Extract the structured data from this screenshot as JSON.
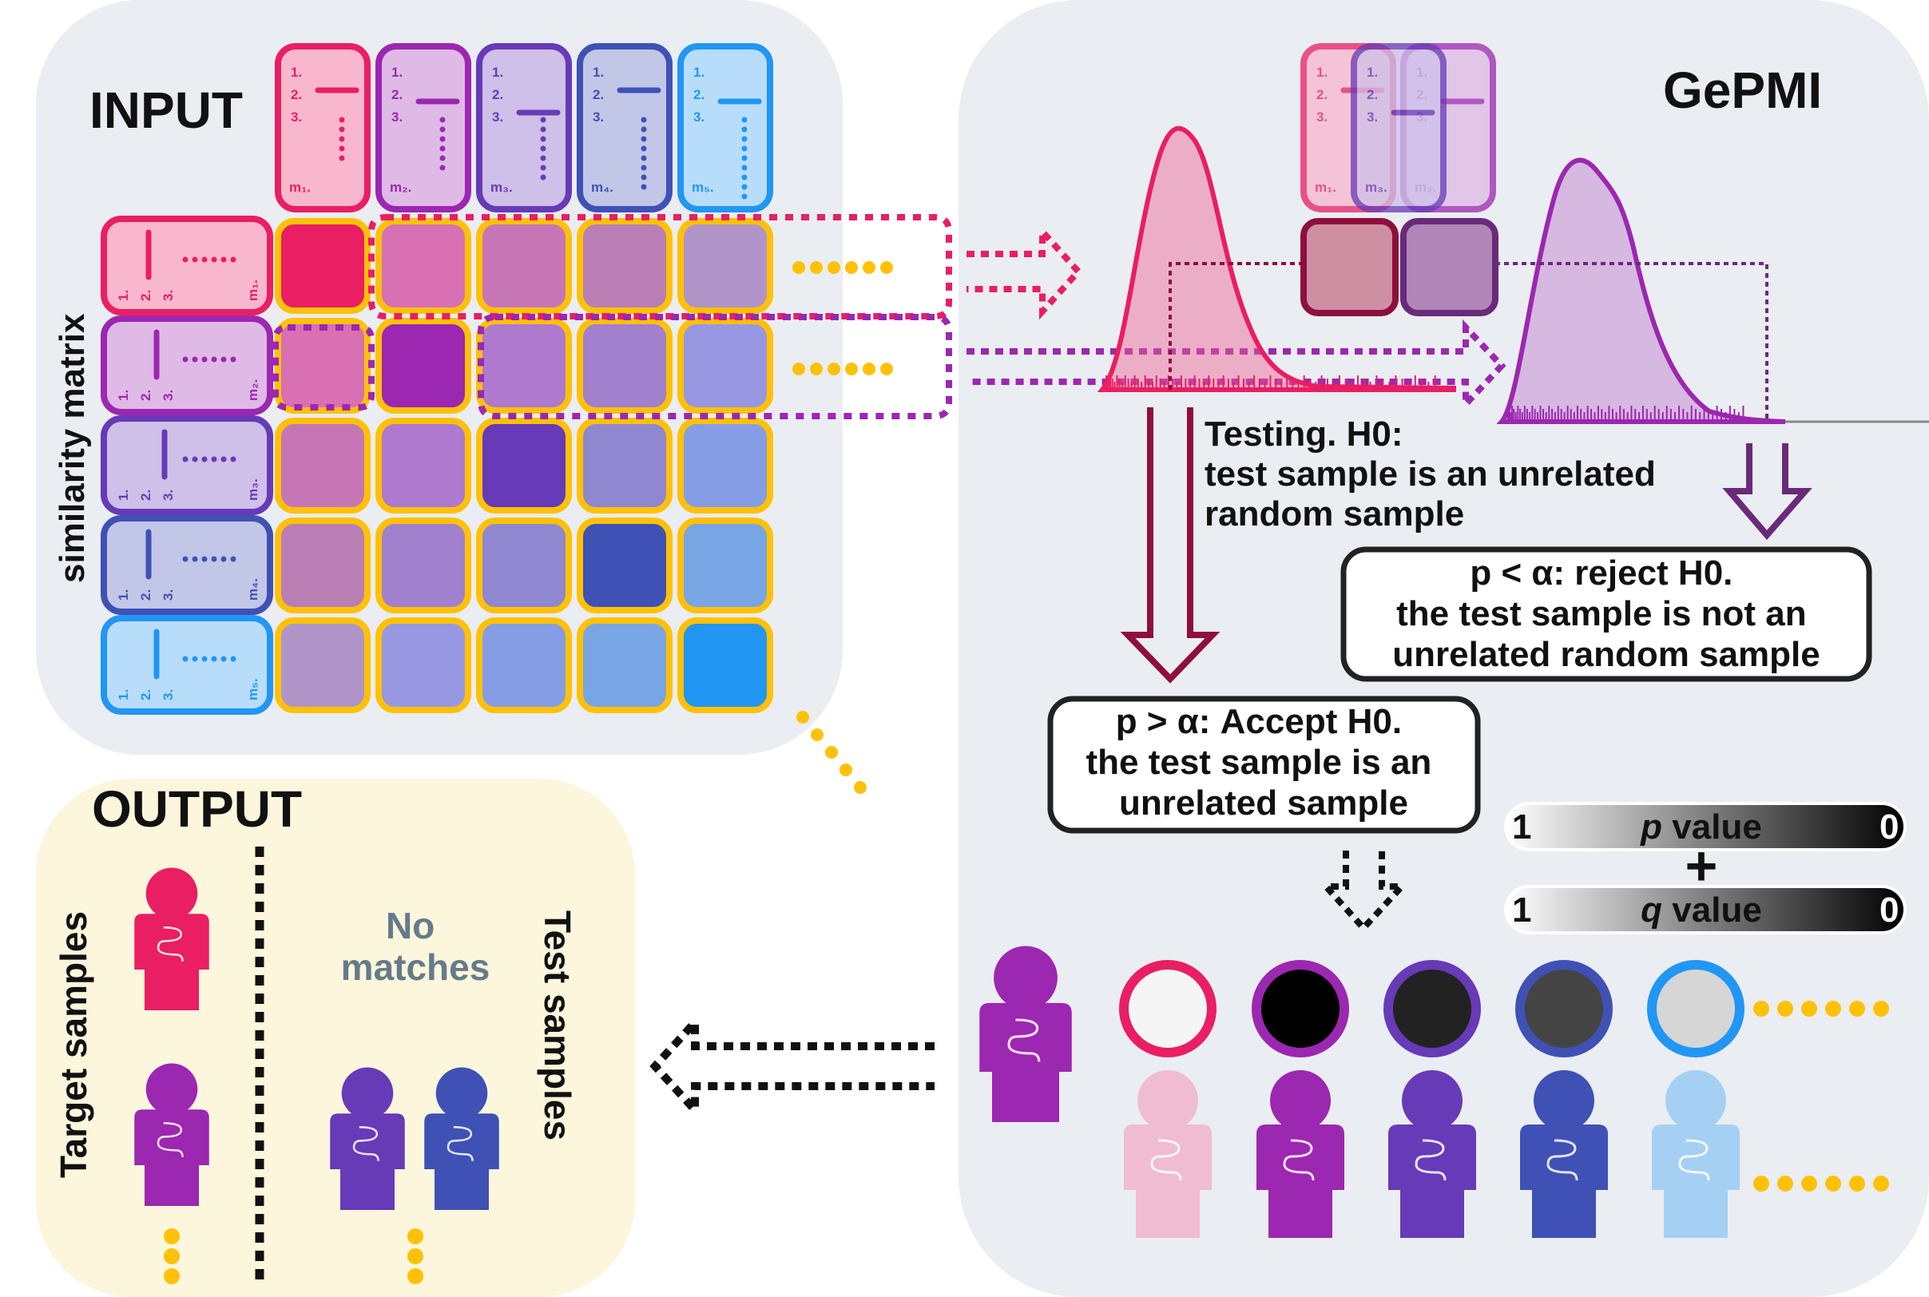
{
  "input": {
    "title": "INPUT",
    "matrix_label": "similarity matrix",
    "samples": [
      {
        "name": "m₁.",
        "color": "#e91e63"
      },
      {
        "name": "m₂.",
        "color": "#9c27b0"
      },
      {
        "name": "m₃.",
        "color": "#673ab7"
      },
      {
        "name": "m₄.",
        "color": "#3f51b5"
      },
      {
        "name": "m₅.",
        "color": "#2196f3"
      }
    ],
    "feature_index": [
      "1.",
      "2.",
      "3."
    ],
    "highlight_color": "#ffc107"
  },
  "gepmi": {
    "title": "GePMI",
    "test_statement": [
      "Testing. H0:",
      "test sample is an unrelated",
      "random sample"
    ],
    "reject_box": [
      "p < α: reject H0.",
      "the test sample is not an",
      "unrelated random sample"
    ],
    "accept_box": [
      "p > α: Accept H0.",
      "the test sample is an",
      "unrelated sample"
    ],
    "p_scale": {
      "left": "1",
      "label_var": "p",
      "label_rest": " value",
      "right": "0"
    },
    "plus": "+",
    "q_scale": {
      "left": "1",
      "label_var": "q",
      "label_rest": " value",
      "right": "0"
    },
    "result_circles": [
      {
        "ring": "#e91e63",
        "fill": "#f5f5f5"
      },
      {
        "ring": "#9c27b0",
        "fill": "#000000"
      },
      {
        "ring": "#673ab7",
        "fill": "#222222"
      },
      {
        "ring": "#3f51b5",
        "fill": "#444444"
      },
      {
        "ring": "#2196f3",
        "fill": "#d6d6d6"
      }
    ],
    "people_colors": [
      "#f0bcd0",
      "#9c27b0",
      "#673ab7",
      "#3f51b5",
      "#a6d0f3"
    ]
  },
  "output": {
    "title": "OUTPUT",
    "target_label": "Target samples",
    "test_label": "Test samples",
    "no_matches": [
      "No",
      "matches"
    ]
  }
}
